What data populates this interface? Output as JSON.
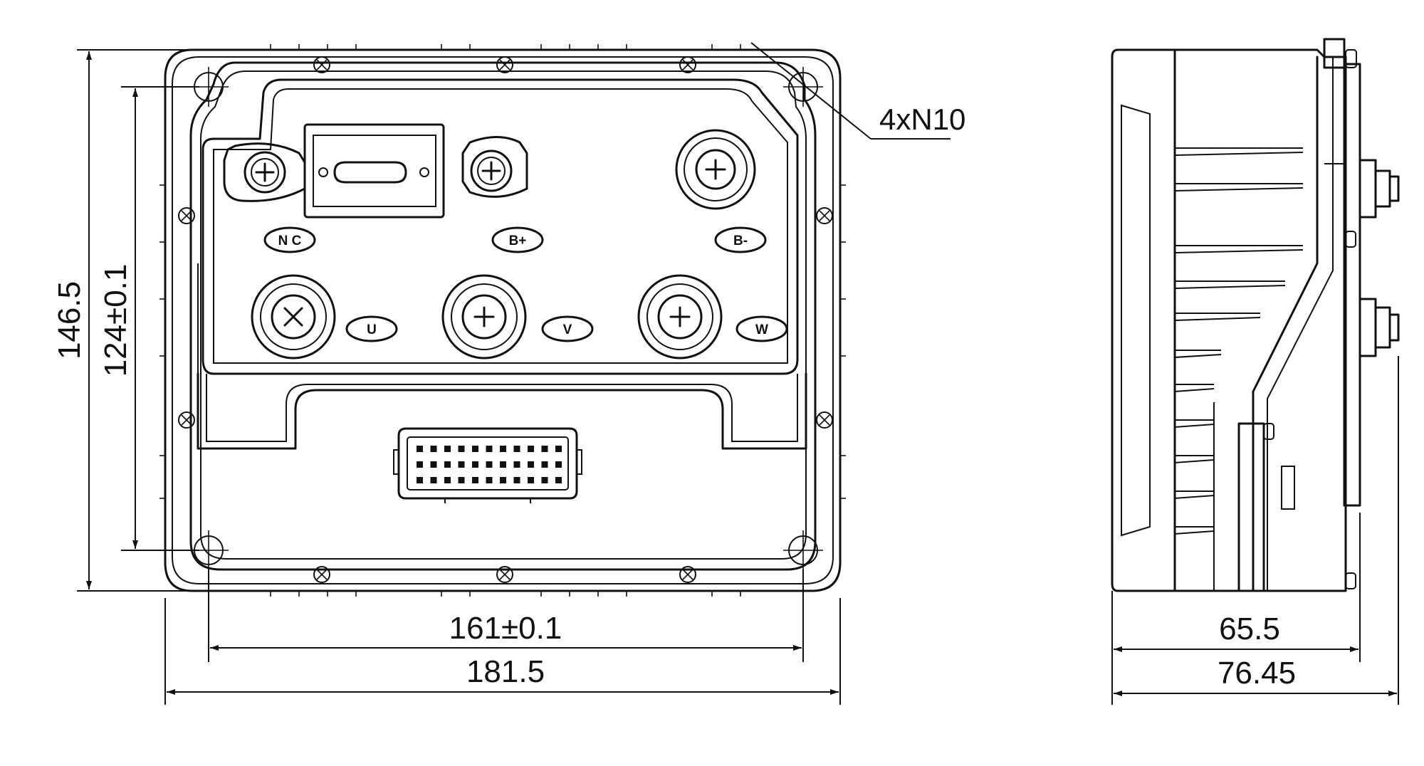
{
  "front_view": {
    "terminals": {
      "nc": "N C",
      "b_plus": "B+",
      "b_minus": "B-",
      "u": "U",
      "v": "V",
      "w": "W"
    },
    "hole_callout": "4xN10"
  },
  "dimensions": {
    "height_overall": "146.5",
    "height_holes": "124±0.1",
    "width_holes": "161±0.1",
    "width_overall": "181.5",
    "depth_body": "65.5",
    "depth_overall": "76.45"
  }
}
